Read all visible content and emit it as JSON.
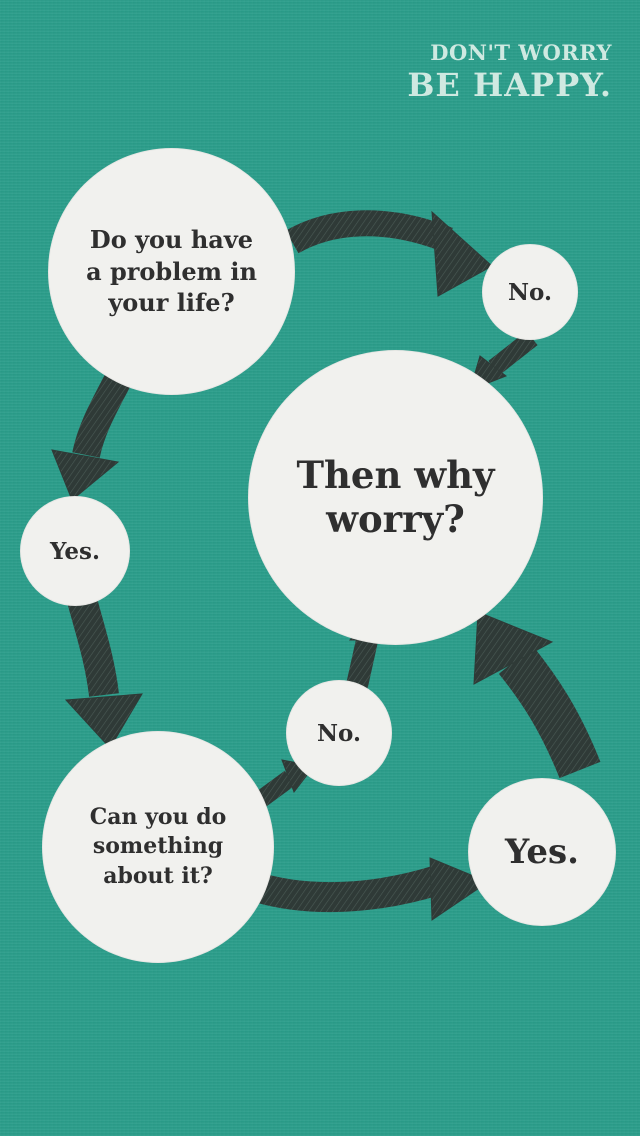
{
  "header": {
    "line1": "DON'T WORRY",
    "line2": "BE HAPPY."
  },
  "nodes": {
    "question1": "Do you have\na problem in\nyour life?",
    "no_top": "No.",
    "center": "Then why\nworry?",
    "yes_left": "Yes.",
    "no_mid": "No.",
    "question2": "Can you do\nsomething\nabout it?",
    "yes_right": "Yes."
  },
  "colors": {
    "background": "#2a9e8b",
    "bubble": "#f1f1ee",
    "text": "#2f2f2f",
    "arrow": "#2f3a37",
    "header": "#cfe9e1"
  }
}
